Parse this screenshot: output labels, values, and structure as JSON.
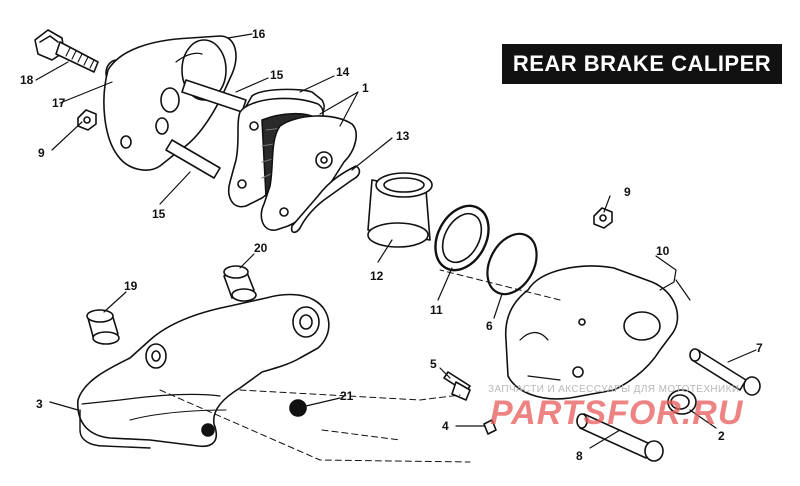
{
  "diagram": {
    "title": "REAR BRAKE CALIPER",
    "part_numbers": [
      "18",
      "17",
      "16",
      "15",
      "14",
      "1",
      "13",
      "9",
      "15",
      "9",
      "12",
      "11",
      "10",
      "6",
      "20",
      "19",
      "7",
      "5",
      "3",
      "21",
      "4",
      "2",
      "8"
    ]
  },
  "watermark": {
    "line1": "ЗАПЧАСТИ И АКСЕССУАРЫ ДЛЯ МОТОТЕХНИКИ",
    "line2": "PARTSFOR.RU",
    "color": "#e85a5a"
  }
}
